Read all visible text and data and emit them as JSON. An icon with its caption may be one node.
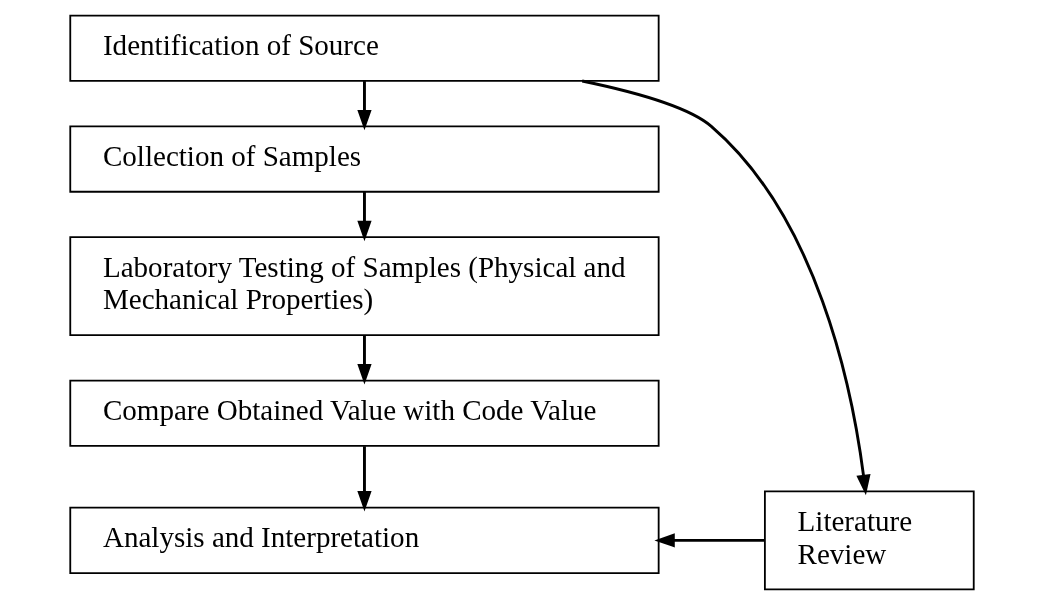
{
  "diagram": {
    "nodes": [
      {
        "text": [
          "Identification of Source"
        ]
      },
      {
        "text": [
          "Collection of Samples"
        ]
      },
      {
        "text": [
          "Laboratory Testing of Samples (Physical and Mechanical Properties)"
        ]
      },
      {
        "text": [
          "Compare Obtained Value with Code Value"
        ]
      },
      {
        "text": [
          "Analysis and Interpretation"
        ]
      },
      {
        "text": [
          "Literature Review"
        ]
      }
    ],
    "edges": [
      {
        "from": 0,
        "to": 1,
        "arrow": "to"
      },
      {
        "from": 1,
        "to": 2,
        "arrow": "to"
      },
      {
        "from": 2,
        "to": 3,
        "arrow": "to"
      },
      {
        "from": 3,
        "to": 4,
        "arrow": "to"
      },
      {
        "from": 0,
        "to": 5,
        "arrow": "to"
      },
      {
        "from": 5,
        "to": 4,
        "arrow": "to"
      }
    ]
  }
}
